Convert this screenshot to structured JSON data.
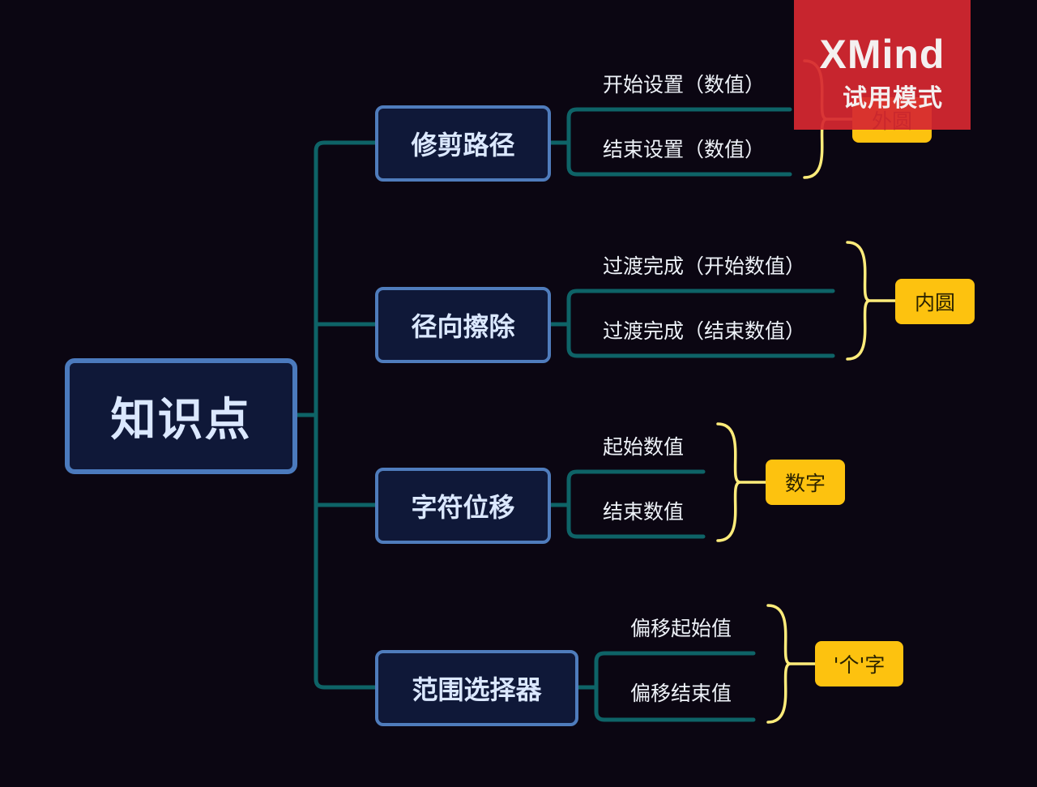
{
  "root": {
    "label": "知识点"
  },
  "branches": [
    {
      "label": "修剪路径",
      "leaves": [
        "开始设置（数值）",
        "结束设置（数值）"
      ],
      "tag": "外圆"
    },
    {
      "label": "径向擦除",
      "leaves": [
        "过渡完成（开始数值）",
        "过渡完成（结束数值）"
      ],
      "tag": "内圆"
    },
    {
      "label": "字符位移",
      "leaves": [
        "起始数值",
        "结束数值"
      ],
      "tag": "数字"
    },
    {
      "label": "范围选择器",
      "leaves": [
        "偏移起始值",
        "偏移结束值"
      ],
      "tag": "'个'字"
    }
  ],
  "watermark": {
    "brand": "XMind",
    "subtitle": "试用模式"
  },
  "colors": {
    "background": "#0b0612",
    "node_fill": "#0f1838",
    "node_border": "#4b7abd",
    "connector": "#0e6367",
    "bracket": "#ffec7a",
    "tag_fill": "#fdc20f",
    "watermark": "#d62830"
  }
}
